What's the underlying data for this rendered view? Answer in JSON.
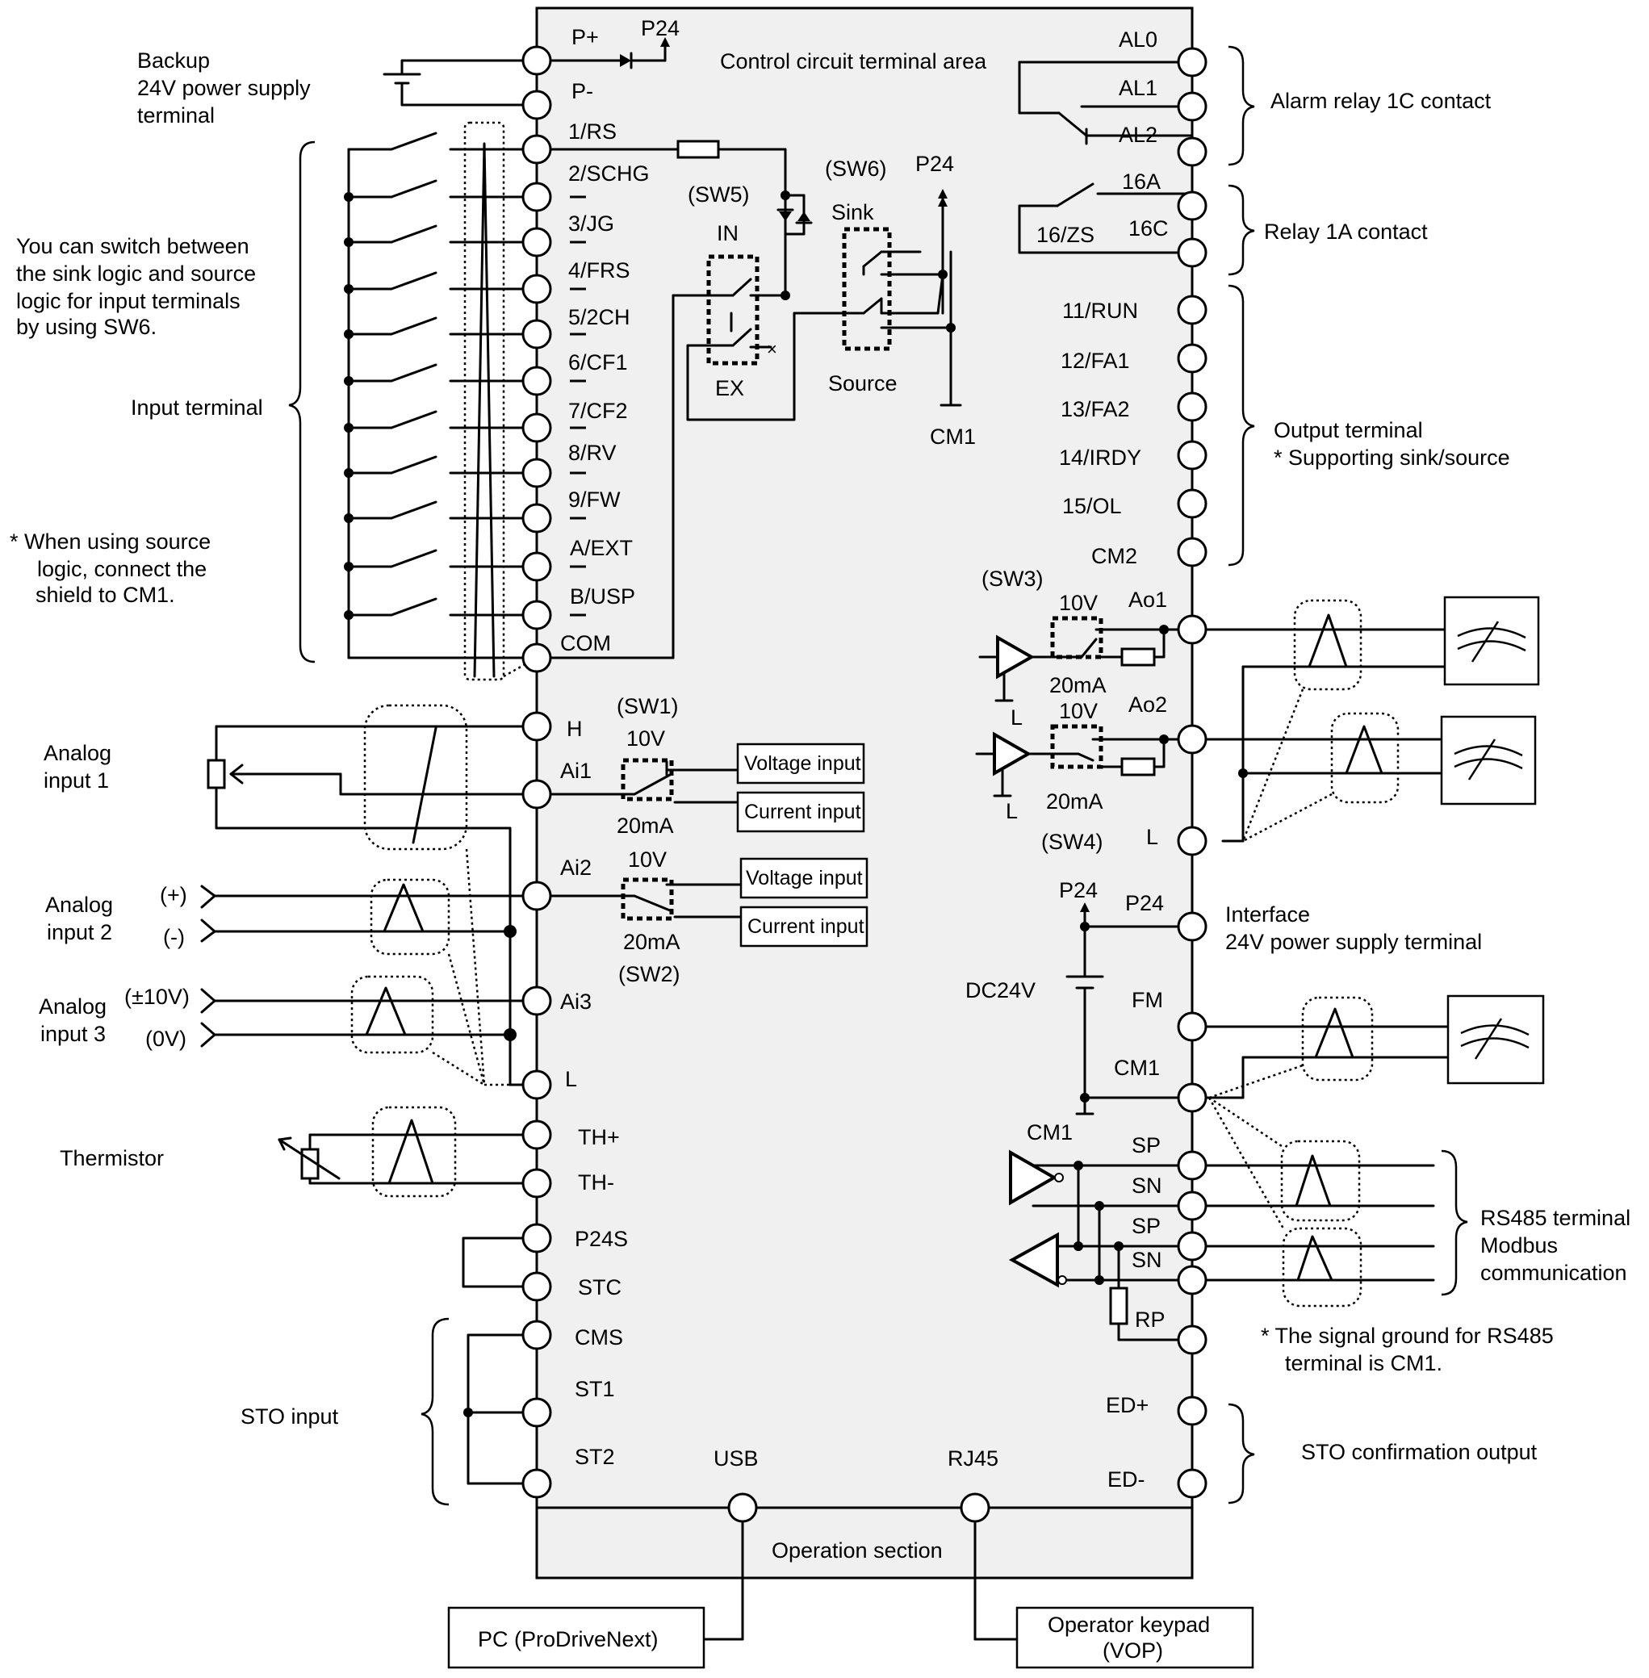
{
  "main_box": {
    "area_label": "Control circuit terminal area",
    "operation_label": "Operation section",
    "fill": "#f0f0f0"
  },
  "left_terminals": {
    "p_plus": "P+",
    "p_minus": "P-",
    "t1": "1/RS",
    "t2": "2/SCHG",
    "t3": "3/JG",
    "t4": "4/FRS",
    "t5": "5/2CH",
    "t6": "6/CF1",
    "t7": "7/CF2",
    "t8": "8/RV",
    "t9": "9/FW",
    "ta": "A/EXT",
    "tb": "B/USP",
    "com": "COM",
    "h": "H",
    "ai1": "Ai1",
    "ai2": "Ai2",
    "ai3": "Ai3",
    "l": "L",
    "th_plus": "TH+",
    "th_minus": "TH-",
    "p24s": "P24S",
    "stc": "STC",
    "cms": "CMS",
    "st1": "ST1",
    "st2": "ST2"
  },
  "right_terminals": {
    "al0": "AL0",
    "al1": "AL1",
    "al2": "AL2",
    "a16": "16A",
    "zs16": "16/ZS",
    "c16": "16C",
    "run": "11/RUN",
    "fa1": "12/FA1",
    "fa2": "13/FA2",
    "irdy": "14/IRDY",
    "ol": "15/OL",
    "cm2": "CM2",
    "ao1": "Ao1",
    "ao2": "Ao2",
    "l": "L",
    "p24": "P24",
    "fm": "FM",
    "cm1": "CM1",
    "sp": "SP",
    "sn": "SN",
    "rp": "RP",
    "ed_plus": "ED+",
    "ed_minus": "ED-"
  },
  "inner": {
    "p24": "P24",
    "sw5": "(SW5)",
    "sw6": "(SW6)",
    "in": "IN",
    "ex": "EX",
    "sink": "Sink",
    "source": "Source",
    "cm1": "CM1",
    "sw1": "(SW1)",
    "sw2": "(SW2)",
    "sw3": "(SW3)",
    "sw4": "(SW4)",
    "v10": "10V",
    "ma20": "20mA",
    "voltage_input": "Voltage input",
    "current_input": "Current input",
    "l": "L",
    "dc24v": "DC24V",
    "usb": "USB",
    "rj45": "RJ45"
  },
  "annotations": {
    "backup": [
      "Backup",
      "24V power supply",
      "terminal"
    ],
    "switch_note": [
      "You can switch between",
      "the sink logic and source",
      "logic for input terminals",
      "by using SW6."
    ],
    "input_terminal": "Input terminal",
    "shield_note": [
      "* When using source",
      "logic, connect the",
      "shield to CM1."
    ],
    "analog1": [
      "Analog",
      "input 1"
    ],
    "analog2": [
      "Analog",
      "input 2"
    ],
    "analog3": [
      "Analog",
      "input 3"
    ],
    "plus": "(+)",
    "minus": "(-)",
    "pm10v": "(±10V)",
    "zero_v": "(0V)",
    "thermistor": "Thermistor",
    "sto_input": "STO input",
    "alarm_relay": "Alarm relay 1C contact",
    "relay1a": "Relay 1A contact",
    "output_terminal": [
      "Output terminal",
      "* Supporting sink/source"
    ],
    "interface": [
      "Interface",
      "24V power supply terminal"
    ],
    "rs485": [
      "RS485 terminal",
      "Modbus",
      "communication"
    ],
    "rs485_note": [
      "* The signal ground for RS485",
      "terminal is CM1."
    ],
    "sto_confirm": "STO confirmation output",
    "pc": "PC (ProDriveNext)",
    "vop": [
      "Operator keypad",
      "(VOP)"
    ]
  }
}
